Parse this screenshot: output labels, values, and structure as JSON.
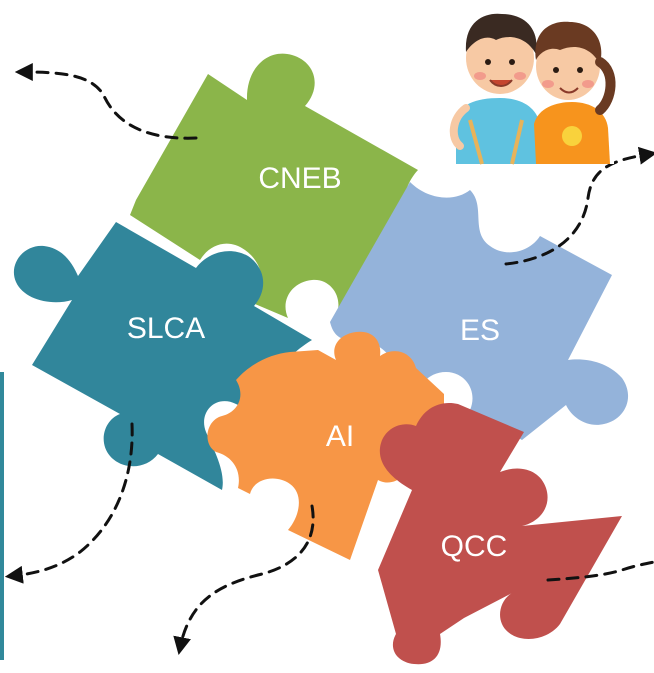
{
  "pieces": {
    "cneb": {
      "label": "CNEB",
      "color": "#8bb54a"
    },
    "es": {
      "label": "ES",
      "color": "#94b3da"
    },
    "slca": {
      "label": "SLCA",
      "color": "#31869b"
    },
    "ai": {
      "label": "AI",
      "color": "#f79646"
    },
    "qcc": {
      "label": "QCC",
      "color": "#c0504d"
    }
  },
  "kids_image": {
    "icon": "two-children-illustration-icon"
  }
}
